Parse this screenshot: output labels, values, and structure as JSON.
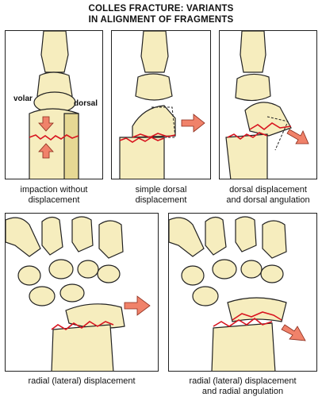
{
  "title": {
    "line1": "COLLES FRACTURE: VARIANTS",
    "line2": "IN ALIGNMENT OF FRAGMENTS"
  },
  "colors": {
    "bone_fill": "#f6edbe",
    "bone_shade": "#e6d894",
    "outline": "#222222",
    "fracture_line": "#d8141f",
    "arrow_fill": "#f0826a"
  },
  "panels": [
    {
      "id": "p1",
      "caption_line1": "impaction without",
      "caption_line2": "displacement",
      "label_volar": "volar",
      "label_dorsal": "dorsal"
    },
    {
      "id": "p2",
      "caption_line1": "simple dorsal",
      "caption_line2": "displacement"
    },
    {
      "id": "p3",
      "caption_line1": "dorsal displacement",
      "caption_line2": "and dorsal angulation"
    },
    {
      "id": "p4",
      "caption_line1": "radial (lateral) displacement",
      "caption_line2": ""
    },
    {
      "id": "p5",
      "caption_line1": "radial (lateral) displacement",
      "caption_line2": "and radial angulation"
    }
  ]
}
